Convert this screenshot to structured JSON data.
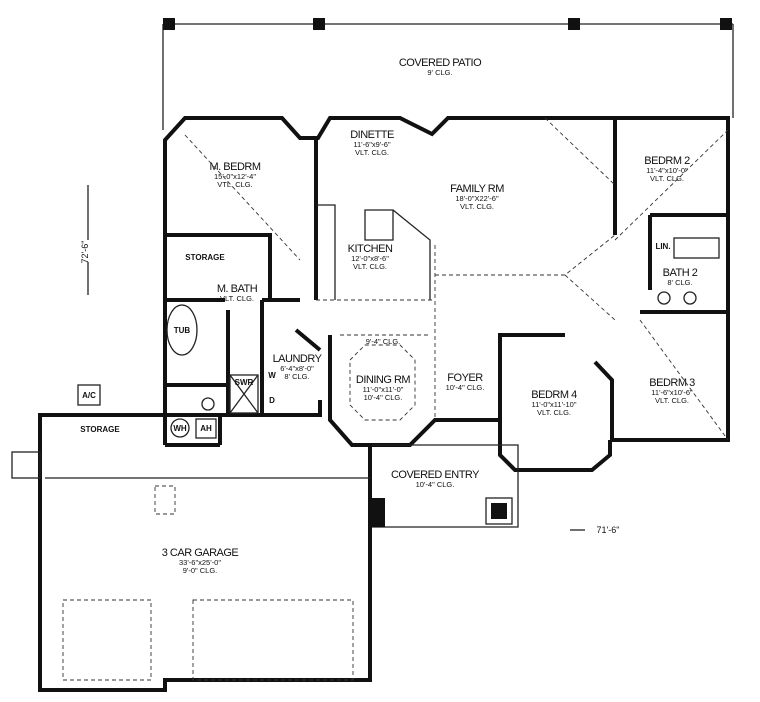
{
  "plan": {
    "dimensions": {
      "depth": "72'-6\"",
      "width": "71'-6\""
    },
    "rooms": {
      "covered_patio": {
        "name": "COVERED PATIO",
        "clg": "9' CLG."
      },
      "dinette": {
        "name": "DINETTE",
        "size": "11'-6\"x9'-6\"",
        "clg": "VLT. CLG."
      },
      "m_bedrm": {
        "name": "M. BEDRM",
        "size": "15'-0\"x12'-4\"",
        "clg": "VTL. CLG."
      },
      "family_rm": {
        "name": "FAMILY RM",
        "size": "18'-0\"X22'-6\"",
        "clg": "VLT. CLG."
      },
      "bedrm2": {
        "name": "BEDRM 2",
        "size": "11'-4\"x10'-0\"",
        "clg": "VLT. CLG."
      },
      "kitchen": {
        "name": "KITCHEN",
        "size": "12'-0\"x8'-6\"",
        "clg": "VLT. CLG."
      },
      "storage_master": {
        "name": "STORAGE"
      },
      "m_bath": {
        "name": "M. BATH",
        "clg": "VLT. CLG."
      },
      "tub": {
        "name": "TUB"
      },
      "lin": {
        "name": "LIN."
      },
      "bath2": {
        "name": "BATH 2",
        "clg": "8' CLG."
      },
      "laundry": {
        "name": "LAUNDRY",
        "size": "6'-4\"x8'-0\"",
        "clg": "8' CLG."
      },
      "washer": {
        "name": "W"
      },
      "dryer": {
        "name": "D"
      },
      "shower": {
        "name": "SWR"
      },
      "dining_rm": {
        "name": "DINING RM",
        "size": "11'-0\"x11'-0\"",
        "clg": "10'-4\" CLG.",
        "soffit": "9'-4\" CLG."
      },
      "foyer": {
        "name": "FOYER",
        "clg": "10'-4\" CLG."
      },
      "bedrm4": {
        "name": "BEDRM 4",
        "size": "11'-0\"x11'-10\"",
        "clg": "VLT. CLG."
      },
      "bedrm3": {
        "name": "BEDRM 3",
        "size": "11'-6\"x10'-6\"",
        "clg": "VLT. CLG."
      },
      "ac": {
        "name": "A/C"
      },
      "storage_garage": {
        "name": "STORAGE"
      },
      "wh": {
        "name": "WH"
      },
      "ah": {
        "name": "AH"
      },
      "covered_entry": {
        "name": "COVERED ENTRY",
        "clg": "10'-4\" CLG."
      },
      "garage": {
        "name": "3 CAR GARAGE",
        "size": "33'-6\"x25'-0\"",
        "clg": "9'-0\" CLG."
      }
    }
  }
}
